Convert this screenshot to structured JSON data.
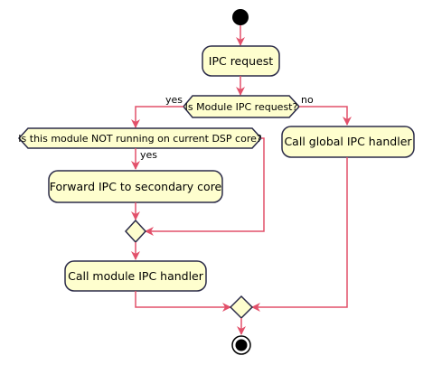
{
  "nodes": {
    "ipc_request": "IPC request",
    "forward_ipc": "Forward IPC to secondary core",
    "call_module_handler": "Call module IPC handler",
    "call_global_handler": "Call global IPC handler"
  },
  "conditions": {
    "is_module_request": "Is Module IPC request?",
    "not_on_current_core": "Is this module NOT running on current DSP core?"
  },
  "branches": {
    "module_yes": "yes",
    "module_no": "no",
    "core_yes": "yes"
  },
  "colors": {
    "arrow": "#e2506a",
    "node_fill": "#fefece",
    "node_border": "#2b2b49",
    "start_end": "#000000"
  }
}
